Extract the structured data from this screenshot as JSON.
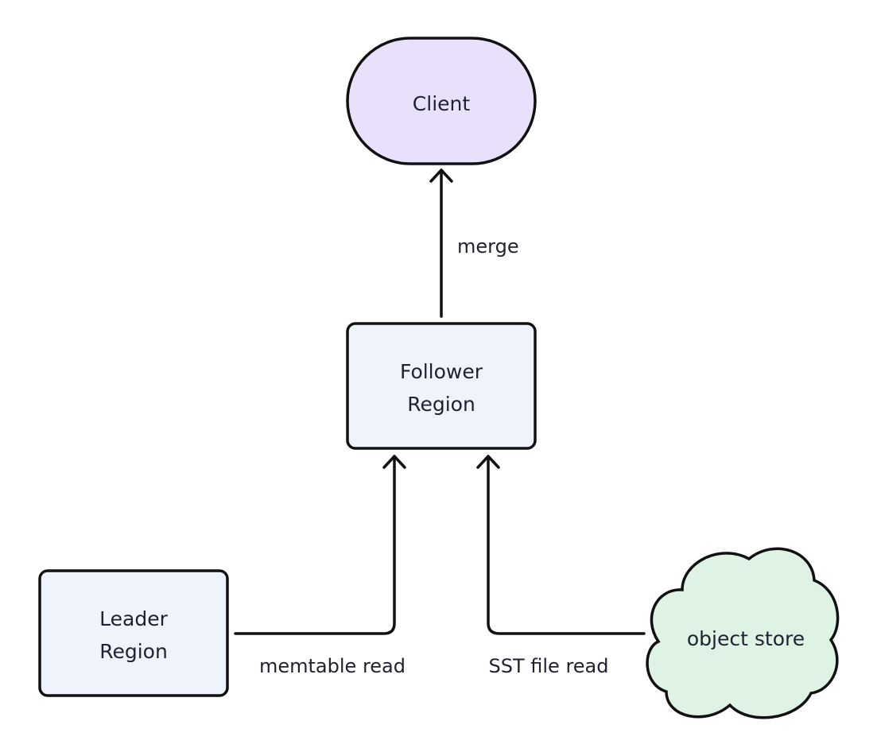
{
  "nodes": {
    "client": {
      "label": "Client",
      "fill": "#e9e1fb"
    },
    "follower": {
      "line1": "Follower",
      "line2": "Region",
      "fill": "#eef3fc"
    },
    "leader": {
      "line1": "Leader",
      "line2": "Region",
      "fill": "#eef3fc"
    },
    "object_store": {
      "label": "object store",
      "fill": "#dff3e5"
    }
  },
  "edges": {
    "merge": {
      "label": "merge"
    },
    "memtable_read": {
      "label": "memtable read"
    },
    "sst_file_read": {
      "label": "SST file read"
    }
  }
}
